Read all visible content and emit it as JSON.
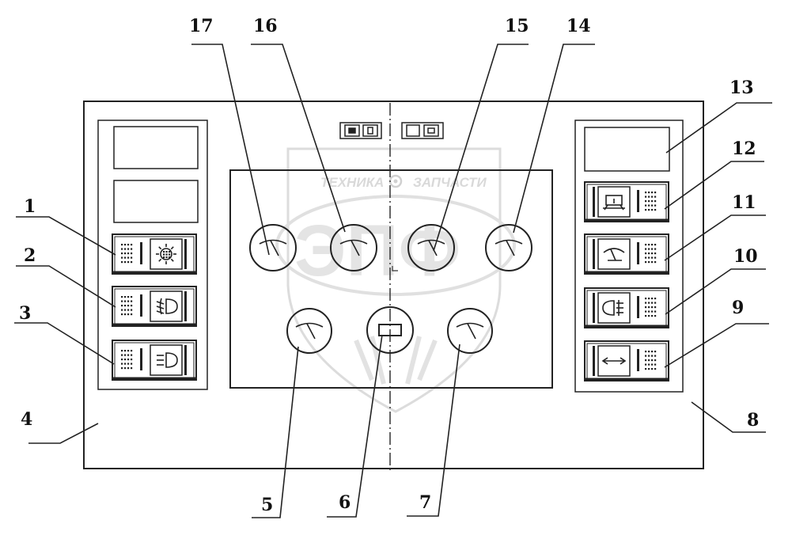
{
  "watermark": {
    "left_word": "ТЕХНИКА",
    "right_word": "ЗАПЧАСТИ",
    "logo_letters": "ЭПФ"
  },
  "callouts": [
    {
      "id": "c1",
      "label": "1"
    },
    {
      "id": "c2",
      "label": "2"
    },
    {
      "id": "c3",
      "label": "3"
    },
    {
      "id": "c4",
      "label": "4"
    },
    {
      "id": "c5",
      "label": "5"
    },
    {
      "id": "c6",
      "label": "6"
    },
    {
      "id": "c7",
      "label": "7"
    },
    {
      "id": "c8",
      "label": "8"
    },
    {
      "id": "c9",
      "label": "9"
    },
    {
      "id": "c10",
      "label": "10"
    },
    {
      "id": "c11",
      "label": "11"
    },
    {
      "id": "c12",
      "label": "12"
    },
    {
      "id": "c13",
      "label": "13"
    },
    {
      "id": "c14",
      "label": "14"
    },
    {
      "id": "c15",
      "label": "15"
    },
    {
      "id": "c16",
      "label": "16"
    },
    {
      "id": "c17",
      "label": "17"
    }
  ],
  "left_switches": [
    {
      "icon": "sun-icon"
    },
    {
      "icon": "fog-light-icon"
    },
    {
      "icon": "headlight-icon"
    }
  ],
  "right_switches": [
    {
      "icon": "warning-lamp-icon"
    },
    {
      "icon": "wiper-icon"
    },
    {
      "icon": "rear-fog-icon"
    },
    {
      "icon": "horizontal-arrows-icon"
    }
  ],
  "colors": {
    "line": "#222222",
    "watermark": "#d9d9d9"
  }
}
